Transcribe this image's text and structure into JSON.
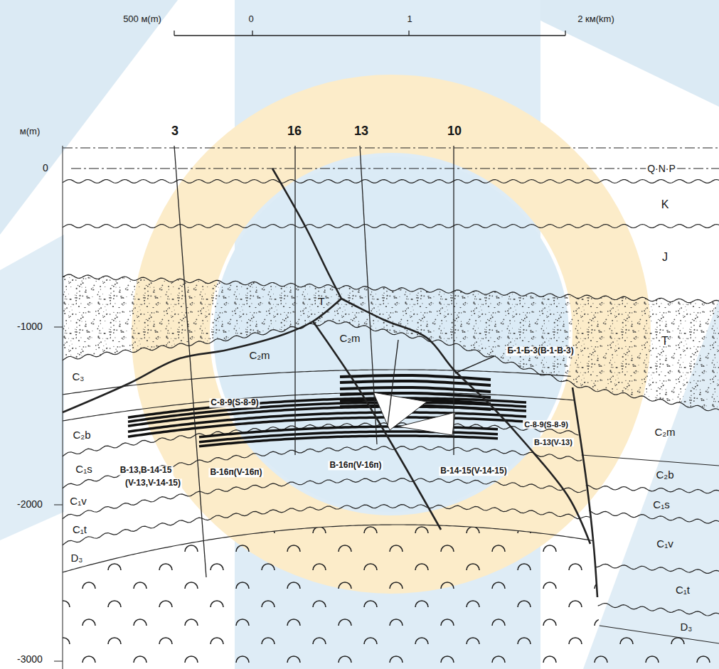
{
  "diagram": {
    "labels": [
      "500 м(m)",
      "0",
      "1",
      "2 км(km)",
      "м(m)",
      "3",
      "16",
      "13",
      "10",
      "0",
      "Q·N·P",
      "K",
      "J",
      "-1000",
      "T",
      "T",
      "C₂m",
      "C₂m",
      "C₃",
      "Б-1-Б-3(B-1-B-3)",
      "С-8-9(S-8-9)",
      "C₂b",
      "С-8-9(S-8-9)",
      "C₂m",
      "В-13(V-13)",
      "C₁s",
      "В-13,В-14-15",
      "В-16п(V-16п)",
      "В-16п(V-16п)",
      "В-14-15(V-14-15)",
      "(V-13,V-14-15)",
      "C₂b",
      "C₁v",
      "-2000",
      "C₁s",
      "C₁t",
      "C₁v",
      "D₃",
      "C₁t",
      "D₃",
      "-3000"
    ]
  }
}
